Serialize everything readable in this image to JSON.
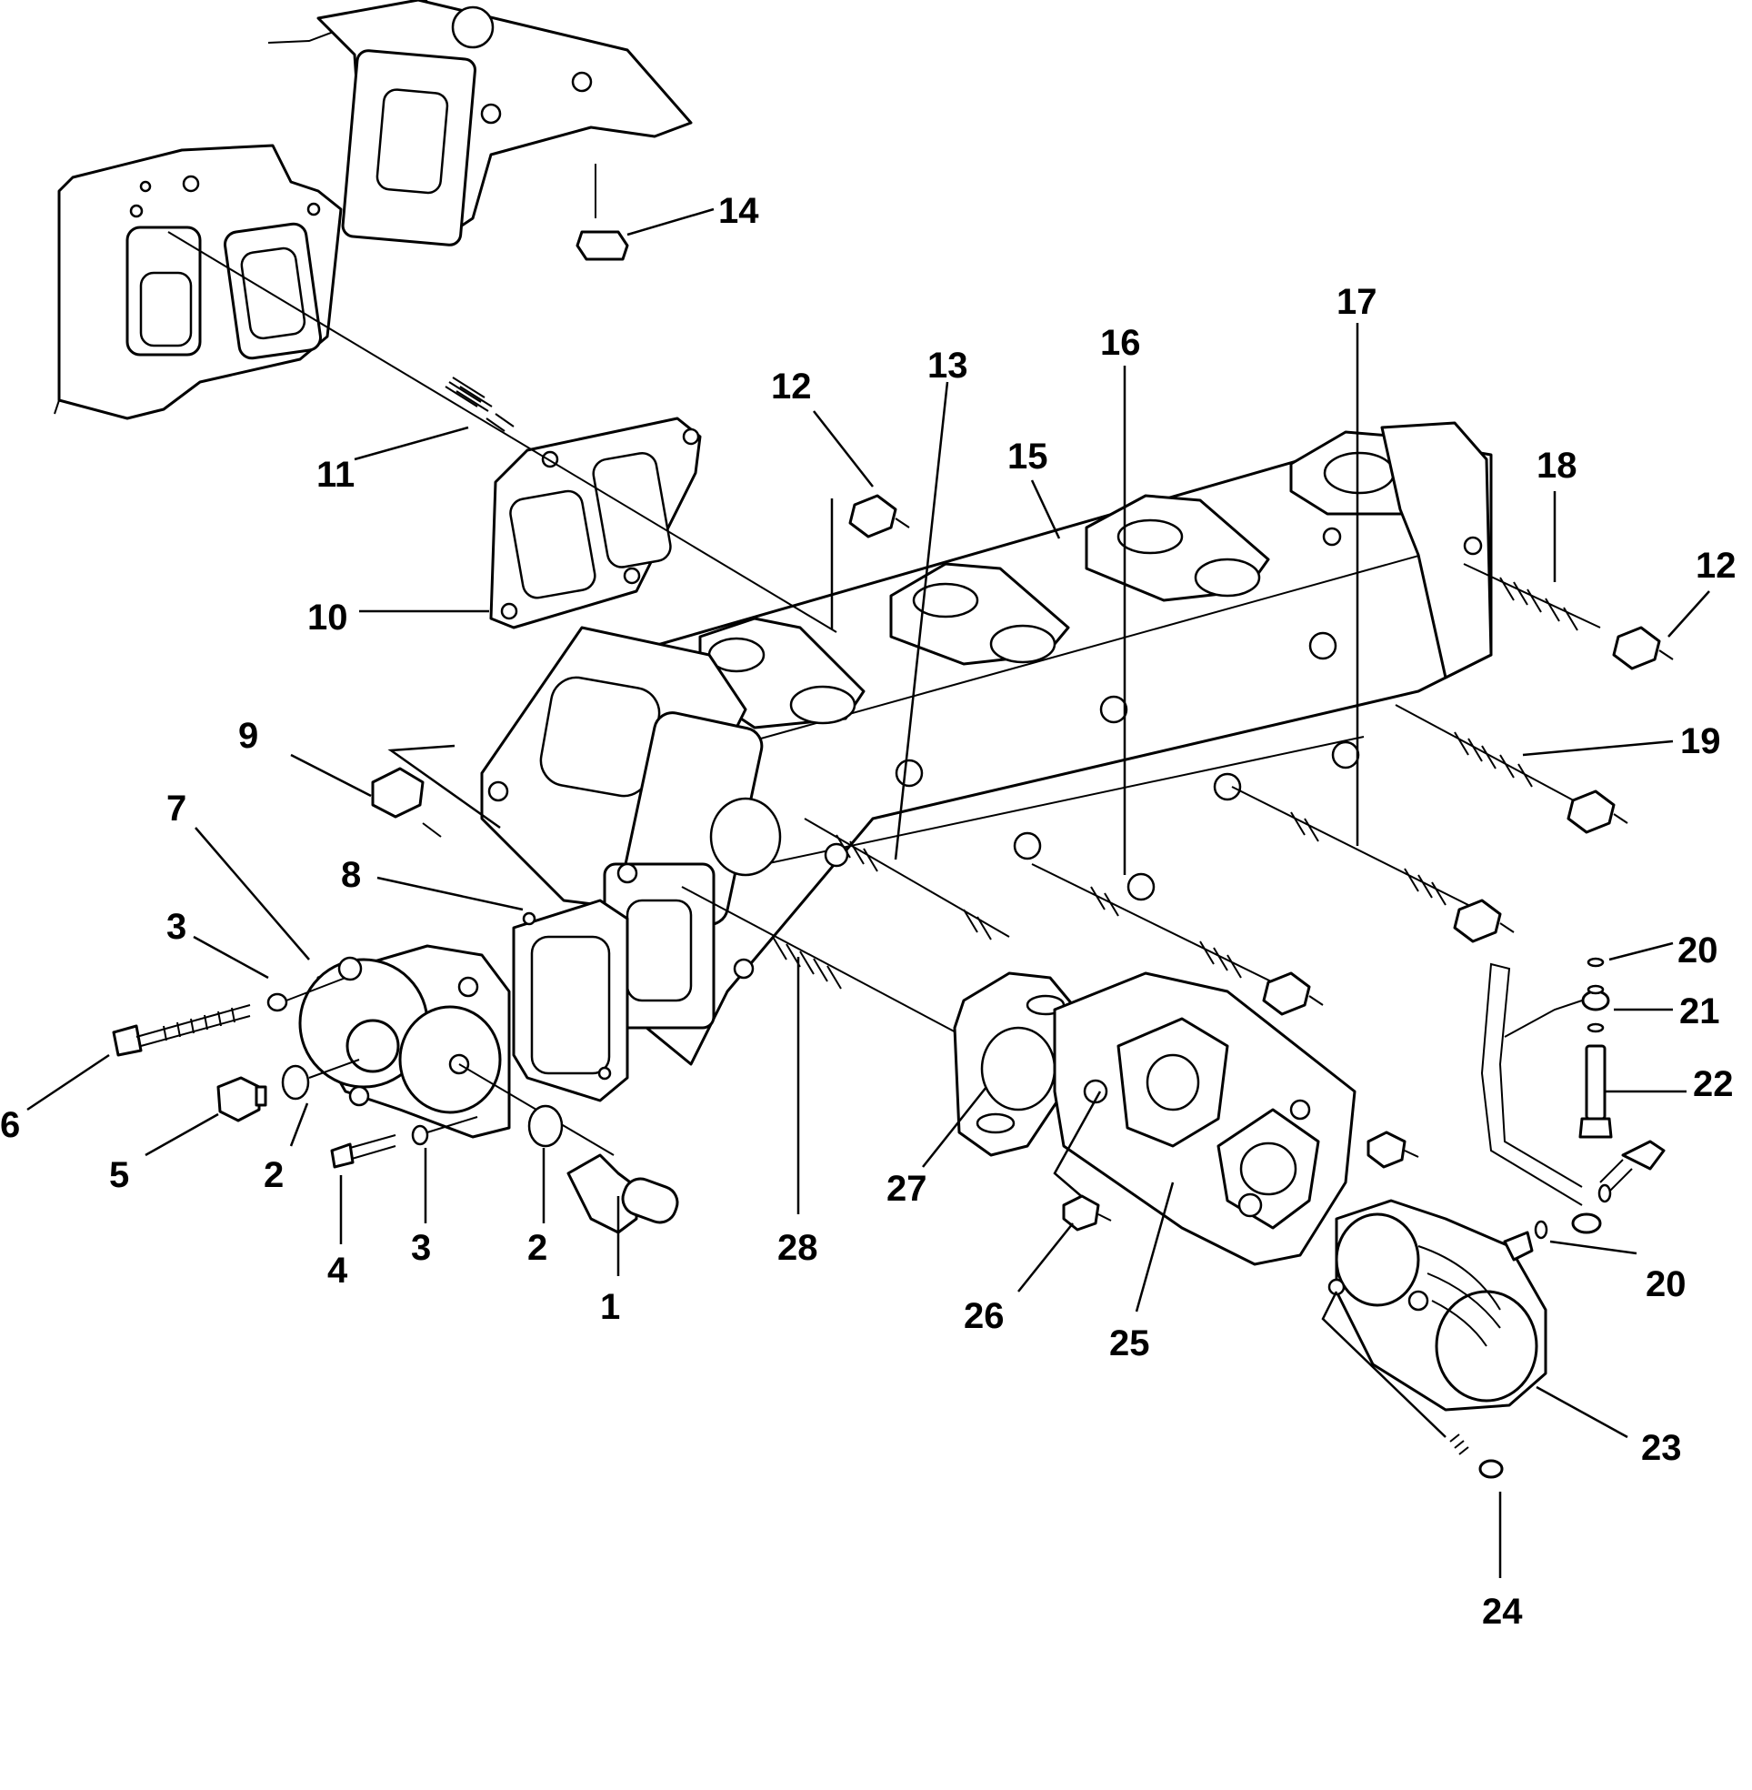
{
  "callouts": [
    {
      "id": "c1",
      "label": "1"
    },
    {
      "id": "c2a",
      "label": "2"
    },
    {
      "id": "c2b",
      "label": "2"
    },
    {
      "id": "c3a",
      "label": "3"
    },
    {
      "id": "c3b",
      "label": "3"
    },
    {
      "id": "c4",
      "label": "4"
    },
    {
      "id": "c5",
      "label": "5"
    },
    {
      "id": "c6",
      "label": "6"
    },
    {
      "id": "c7",
      "label": "7"
    },
    {
      "id": "c8",
      "label": "8"
    },
    {
      "id": "c9",
      "label": "9"
    },
    {
      "id": "c10",
      "label": "10"
    },
    {
      "id": "c11",
      "label": "11"
    },
    {
      "id": "c12a",
      "label": "12"
    },
    {
      "id": "c12b",
      "label": "12"
    },
    {
      "id": "c13",
      "label": "13"
    },
    {
      "id": "c14",
      "label": "14"
    },
    {
      "id": "c15",
      "label": "15"
    },
    {
      "id": "c16",
      "label": "16"
    },
    {
      "id": "c17",
      "label": "17"
    },
    {
      "id": "c18",
      "label": "18"
    },
    {
      "id": "c19",
      "label": "19"
    },
    {
      "id": "c20a",
      "label": "20"
    },
    {
      "id": "c20b",
      "label": "20"
    },
    {
      "id": "c21",
      "label": "21"
    },
    {
      "id": "c22",
      "label": "22"
    },
    {
      "id": "c23",
      "label": "23"
    },
    {
      "id": "c24",
      "label": "24"
    },
    {
      "id": "c25",
      "label": "25"
    },
    {
      "id": "c26",
      "label": "26"
    },
    {
      "id": "c27",
      "label": "27"
    },
    {
      "id": "c28",
      "label": "28"
    }
  ]
}
